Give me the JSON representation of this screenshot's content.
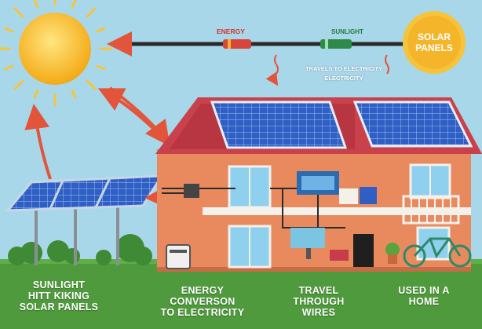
{
  "labels": {
    "energy": "ENERGY",
    "sunlight": "SUNLIGHT",
    "travels_line1": "TRAVELS TO ELECTRICITY",
    "travels_line2": "ELECTRICITY",
    "solar_panels_line1": "SOLAR",
    "solar_panels_line2": "PANELS"
  },
  "captions": [
    {
      "line1": "SUNLIGHT",
      "line2": "HITT KIKING",
      "line3": "SOLAR PANELS"
    },
    {
      "line1": "ENERGY",
      "line2": "CONVERSON",
      "line3": "TO ELECTRICITY"
    },
    {
      "line1": "TRAVEL",
      "line2": "THROUGH",
      "line3": "WIRES"
    },
    {
      "line1": "USED IN A",
      "line2": "HOME"
    }
  ],
  "colors": {
    "sky": "#a9d7ea",
    "grass": "#4f9a3c",
    "house_wall": "#e98a5e",
    "roof": "#c8414b",
    "panel": "#2a57b8",
    "sun": "#f6b62a",
    "arrow": "#e2553a",
    "badge": "#f6b62a"
  }
}
